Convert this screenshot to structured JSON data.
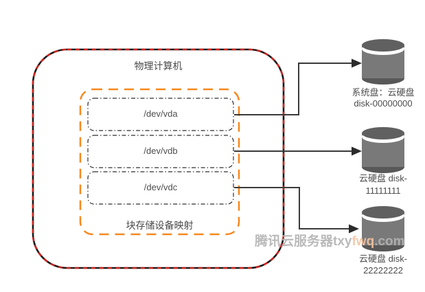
{
  "machine": {
    "title": "物理计算机"
  },
  "mapping": {
    "label": "块存储设备映射",
    "devices": [
      "/dev/vda",
      "/dev/vdb",
      "/dev/vdc"
    ]
  },
  "disks": [
    {
      "line1": "系统盘：云硬盘",
      "line2": "disk-00000000"
    },
    {
      "line1": "云硬盘 disk-",
      "line2": "11111111"
    },
    {
      "line1": "云硬盘 disk-",
      "line2": "22222222"
    }
  ],
  "watermark": {
    "part1": "腾讯云服务器",
    "part2": "txy",
    "part3": "fwq",
    "part4": ".com"
  },
  "colors": {
    "machine_border_black": "#1a1a1a",
    "machine_border_red": "#d0241f",
    "mapping_border_orange": "#f6881f",
    "device_border": "#2e2e2e",
    "arrow": "#3a3a3a",
    "disk_body": "#797979",
    "disk_top": "#606060",
    "disk_rim": "#585858",
    "text": "#4a4a4a",
    "watermark_gray": "#b3b3b3",
    "watermark_highlight": "#f5c5a3"
  }
}
